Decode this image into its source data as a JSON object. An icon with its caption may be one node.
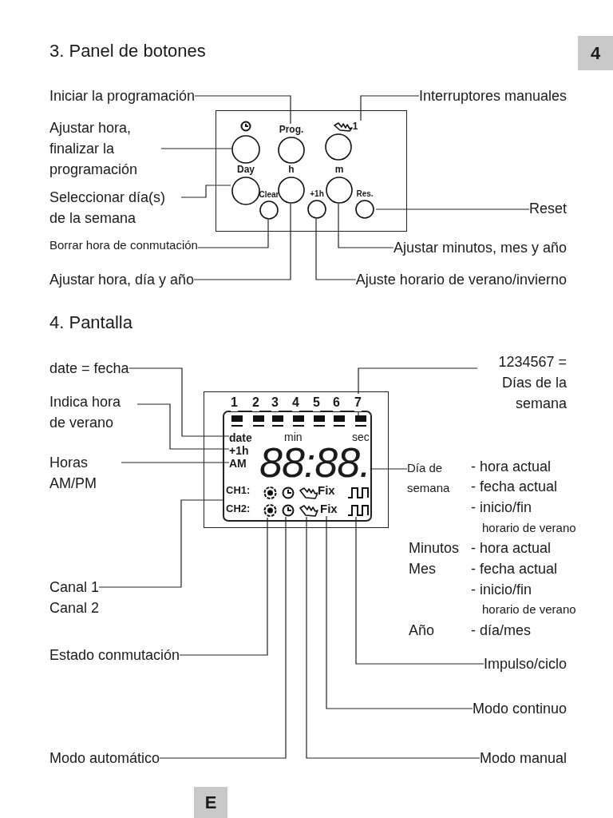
{
  "diagram": {
    "nodes": [
      {
        "text": [
          "4"
        ]
      },
      {
        "text": [
          "Iniciar la programación"
        ]
      },
      {
        "text": [
          "Interruptores manuales"
        ]
      },
      {
        "text": [
          "Ajustar hora, finalizar la programación"
        ]
      },
      {
        "text": [],
        "shape": "box"
      },
      {
        "text": [],
        "shape": "circle",
        "in": 4
      },
      {
        "text": [
          "Prog."
        ],
        "in": 4
      },
      {
        "text": [
          "1"
        ],
        "in": 4
      },
      {
        "text": [
          "Day"
        ],
        "in": 4
      },
      {
        "text": [
          "h"
        ],
        "in": 4
      },
      {
        "text": [
          "m"
        ],
        "in": 4
      },
      {
        "text": [
          "Clear"
        ],
        "in": 4
      },
      {
        "text": [
          "+1h"
        ],
        "in": 4
      },
      {
        "text": [
          "Res."
        ],
        "in": 4
      },
      {
        "text": [
          "Seleccionar día(s) de la semana"
        ]
      },
      {
        "text": [
          "Reset"
        ]
      },
      {
        "text": [
          "Borrar hora de conmutación"
        ]
      },
      {
        "text": [
          "Ajustar minutos, mes y año"
        ]
      },
      {
        "text": [
          "Ajustar hora, día y año"
        ]
      },
      {
        "text": [
          "Ajuste horario de verano/invierno"
        ]
      },
      {
        "text": [
          "date = fecha"
        ]
      },
      {
        "text": [
          "1234567 = Días de la semana"
        ]
      },
      {
        "text": [
          "Indica hora de verano"
        ]
      },
      {
        "text": [],
        "shape": "box"
      },
      {
        "text": [],
        "shape": "box",
        "in": 23
      },
      {
        "text": [],
        "shape": "bar",
        "in": 24
      },
      {
        "text": [
          "date"
        ],
        "in": 24
      },
      {
        "text": [
          "+1h"
        ],
        "in": 24
      },
      {
        "text": [
          "AM"
        ],
        "in": 24
      },
      {
        "text": [
          "88:88."
        ],
        "in": 24
      },
      {
        "text": [],
        "shape": "circle",
        "in": 24
      },
      {
        "text": [],
        "shape": "clock",
        "in": 24
      },
      {
        "text": [],
        "shape": "hand",
        "in": 24
      },
      {
        "text": [
          "Fix"
        ],
        "in": 24
      },
      {
        "text": [],
        "shape": "pulse",
        "in": 24
      },
      {
        "text": [
          "Horas AM/PM"
        ]
      },
      {
        "text": [
          "Día de semana"
        ]
      },
      {
        "text": [
          "Canal 1",
          "Canal 2"
        ]
      },
      {
        "text": [
          "Estado conmutación"
        ]
      },
      {
        "text": [
          "Impulso/ciclo"
        ]
      },
      {
        "text": [
          "Modo continuo"
        ]
      },
      {
        "text": [
          "Modo automático"
        ]
      },
      {
        "text": [
          "Modo manual"
        ]
      },
      {
        "text": [
          "E"
        ]
      }
    ],
    "edges": [
      {
        "from": 1,
        "to": 6,
        "arrow": "none"
      },
      {
        "from": 2,
        "to": 7,
        "arrow": "none"
      },
      {
        "from": 3,
        "to": 5,
        "arrow": "none"
      },
      {
        "from": 14,
        "to": 8,
        "arrow": "none"
      },
      {
        "from": 15,
        "to": 13,
        "arrow": "none"
      },
      {
        "from": 16,
        "to": 11,
        "arrow": "none"
      },
      {
        "from": 17,
        "to": 10,
        "arrow": "none"
      },
      {
        "from": 18,
        "to": 9,
        "arrow": "none"
      },
      {
        "from": 19,
        "to": 12,
        "arrow": "none"
      },
      {
        "from": 20,
        "to": 26,
        "arrow": "none"
      },
      {
        "from": 21,
        "to": 25,
        "arrow": "none"
      },
      {
        "from": 22,
        "to": 27,
        "arrow": "none"
      },
      {
        "from": 35,
        "to": 28,
        "arrow": "none"
      },
      {
        "from": 36,
        "to": 29,
        "arrow": "none"
      },
      {
        "from": 37,
        "to": 24,
        "arrow": "none"
      },
      {
        "from": 38,
        "to": 30,
        "arrow": "none"
      },
      {
        "from": 39,
        "to": 34,
        "arrow": "none"
      },
      {
        "from": 40,
        "to": 33,
        "arrow": "none"
      },
      {
        "from": 41,
        "to": 31,
        "arrow": "none"
      },
      {
        "from": 42,
        "to": 32,
        "arrow": "none"
      }
    ],
    "labels": [
      "3. Panel de botones",
      "4. Pantalla",
      "1",
      "2",
      "3",
      "4",
      "5",
      "6",
      "7",
      "min",
      "sec",
      "CH1:",
      "Fix",
      "CH2:",
      "- hora actual",
      "- fecha actual",
      "- inicio/fin",
      "horario de verano",
      "Minutos",
      "- hora actual",
      "Mes",
      "- fecha actual",
      "- inicio/fin",
      "horario de verano",
      "Año",
      "- día/mes"
    ]
  }
}
